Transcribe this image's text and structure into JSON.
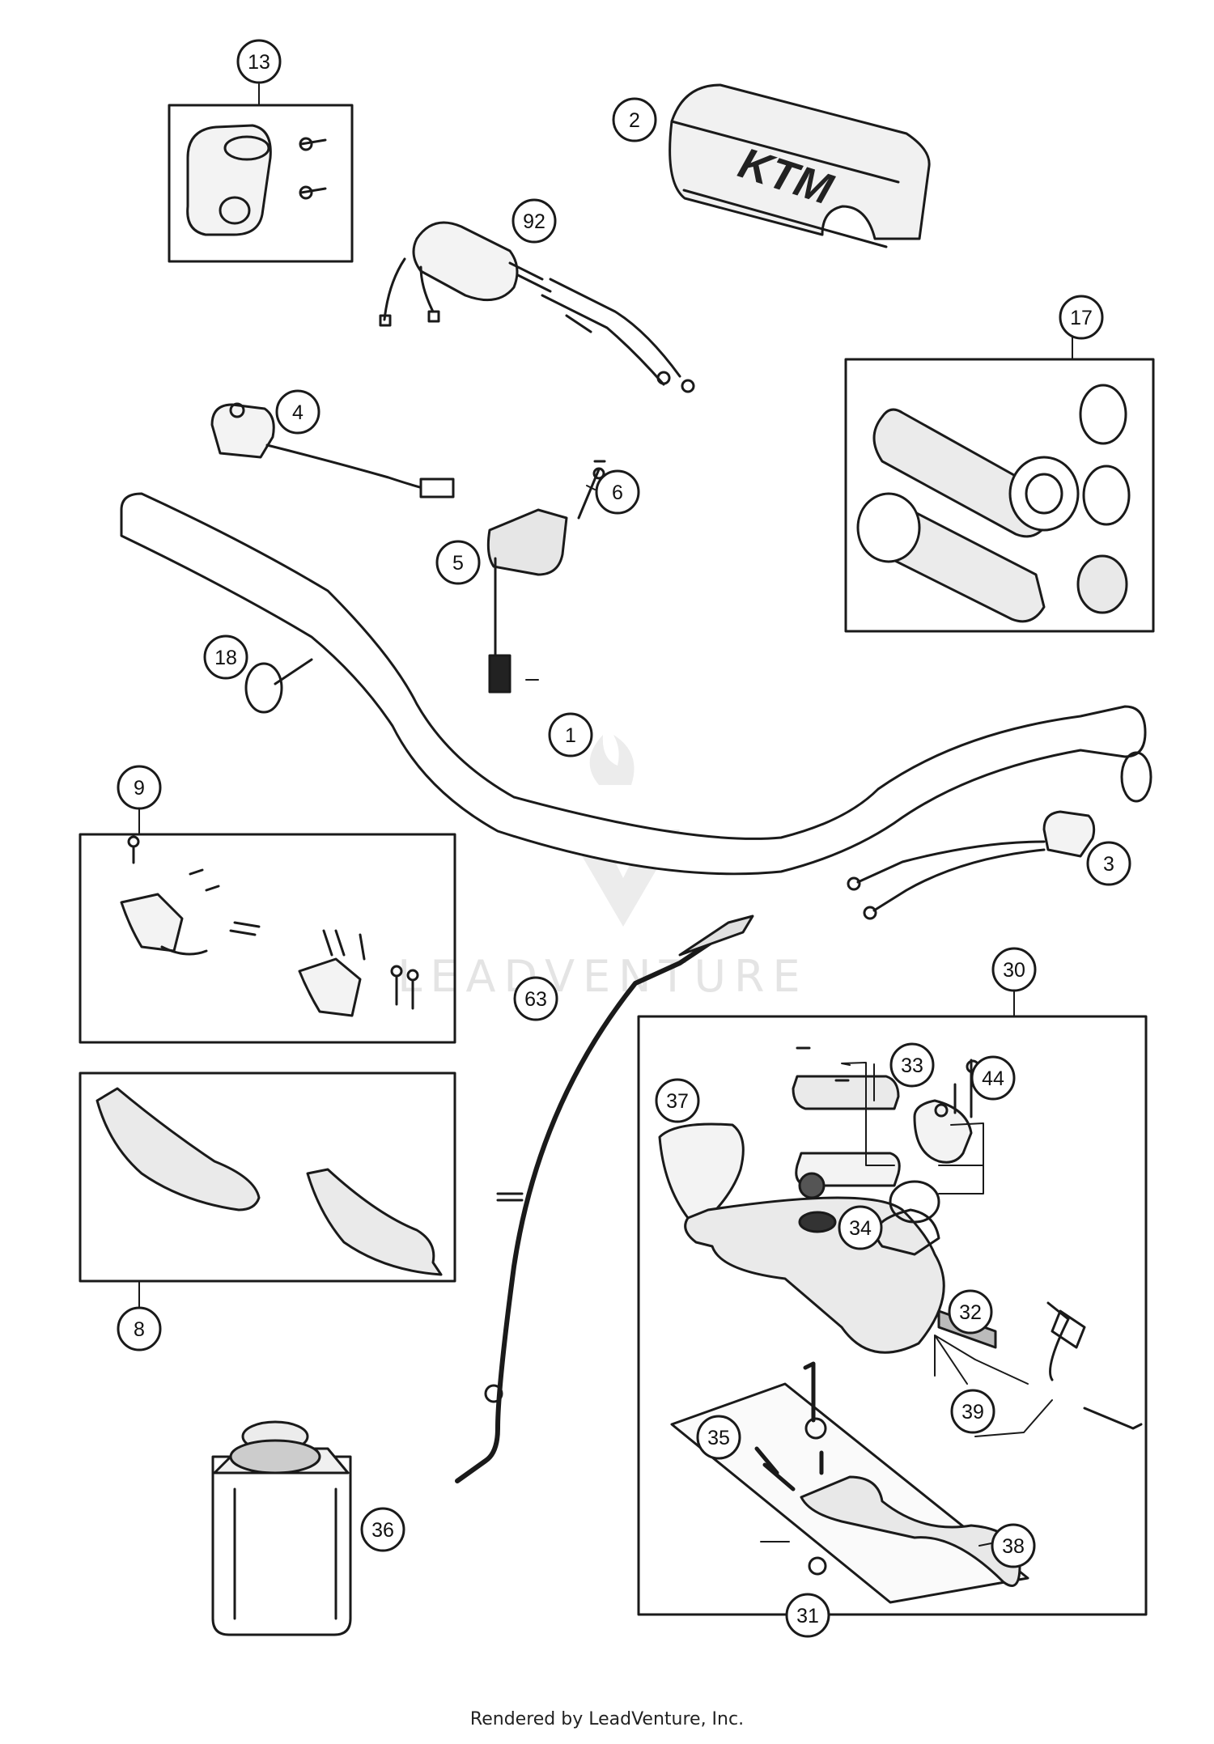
{
  "diagram": {
    "callouts": [
      {
        "id": "13",
        "label": "13"
      },
      {
        "id": "2",
        "label": "2"
      },
      {
        "id": "92",
        "label": "92"
      },
      {
        "id": "17",
        "label": "17"
      },
      {
        "id": "4",
        "label": "4"
      },
      {
        "id": "6",
        "label": "6"
      },
      {
        "id": "5",
        "label": "5"
      },
      {
        "id": "18",
        "label": "18"
      },
      {
        "id": "1",
        "label": "1"
      },
      {
        "id": "9",
        "label": "9"
      },
      {
        "id": "3",
        "label": "3"
      },
      {
        "id": "63",
        "label": "63"
      },
      {
        "id": "30",
        "label": "30"
      },
      {
        "id": "33",
        "label": "33"
      },
      {
        "id": "44",
        "label": "44"
      },
      {
        "id": "37",
        "label": "37"
      },
      {
        "id": "34",
        "label": "34"
      },
      {
        "id": "32",
        "label": "32"
      },
      {
        "id": "39",
        "label": "39"
      },
      {
        "id": "35",
        "label": "35"
      },
      {
        "id": "38",
        "label": "38"
      },
      {
        "id": "31",
        "label": "31"
      },
      {
        "id": "8",
        "label": "8"
      },
      {
        "id": "36",
        "label": "36"
      }
    ],
    "brand_mark": "KTM",
    "watermark": "LEADVENTURE"
  },
  "footer": {
    "credit": "Rendered by LeadVenture, Inc."
  }
}
